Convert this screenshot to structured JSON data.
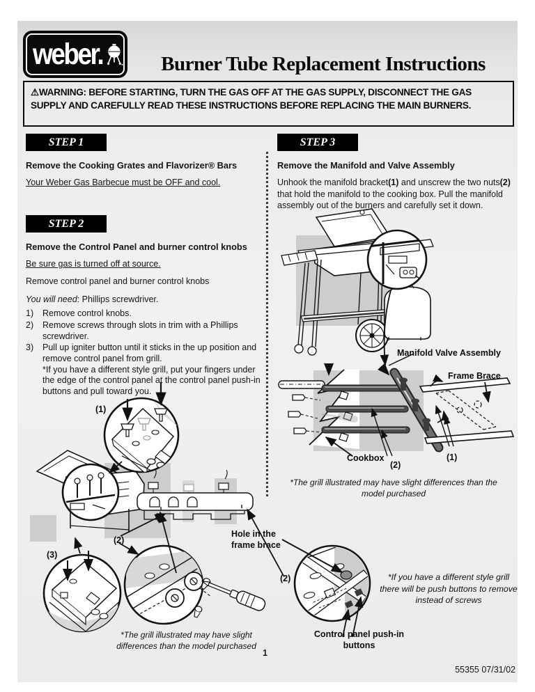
{
  "header": {
    "logo_text": "weber.",
    "title": "Burner Tube Replacement Instructions"
  },
  "warning_text": "⚠WARNING:  BEFORE STARTING, TURN THE GAS OFF AT THE GAS SUPPLY, DISCONNECT THE GAS SUPPLY AND CAREFULLY READ THESE INSTRUCTIONS BEFORE REPLACING THE MAIN BURNERS.",
  "left_column": {
    "step1": {
      "label": "STEP 1",
      "heading": "Remove the Cooking Grates and Flavorizer® Bars",
      "note": "Your Weber Gas Barbecue must be OFF and cool."
    },
    "step2": {
      "label": "STEP 2",
      "heading": "Remove the Control Panel and burner control knobs",
      "note": "Be sure gas is turned off at source.",
      "para": "Remove control panel and burner control knobs",
      "need_italic": "You will need",
      "need_rest": ": Phillips screwdriver.",
      "items": [
        {
          "num": "1)",
          "text": "Remove control knobs."
        },
        {
          "num": "2)",
          "text": "Remove screws through slots in trim with a Phillips screwdriver."
        },
        {
          "num": "3)",
          "text": "Pull up igniter button until it sticks in the up position and remove control panel from grill.",
          "note": "*If you have a different style grill, put your fingers under the edge of the control panel at the control panel push-in buttons and pull toward you."
        }
      ]
    }
  },
  "right_column": {
    "step3": {
      "label": "STEP 3",
      "heading": "Remove the Manifold and Valve Assembly",
      "para_1": "Unhook the manifold bracket",
      "bold_1": "(1)",
      "para_2": " and unscrew the two nuts",
      "bold_2": "(2)",
      "para_3": " that hold the manifold to the cooking box. Pull the manifold assembly out of the burners and carefully set it down."
    }
  },
  "labels": {
    "manifold_valve_assembly": "Manifold Valve Assembly",
    "frame_brace": "Frame Brace",
    "cookbox": "Cookbox",
    "right_callout_1": "(1)",
    "right_callout_2": "(2)",
    "left_callout_1": "(1)",
    "left_callout_2": "(2)",
    "left_callout_3": "(3)",
    "bottom_callout_2": "(2)",
    "hole_in_frame_brace": "Hole in the frame brace",
    "control_panel_push_in": "Control panel push-in buttons",
    "different_grill_note": "*If you have a different style grill there will be push buttons to remove instead of screws",
    "left_caption": "*The grill illustrated may have slight differences than the model purchased",
    "right_caption": "*The grill illustrated may have slight differences than the model purchased"
  },
  "footer": {
    "page_number": "1",
    "doc_code": "55355 07/31/02"
  }
}
